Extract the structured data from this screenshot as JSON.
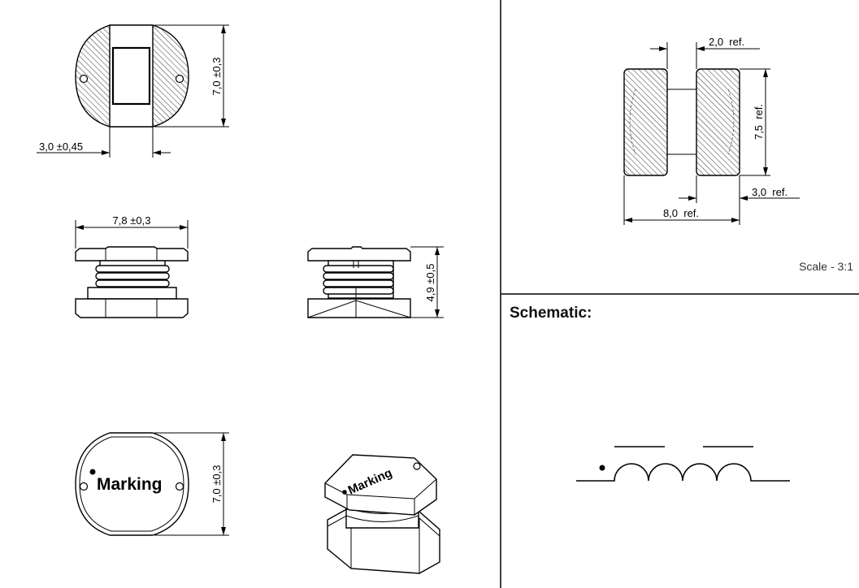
{
  "top_view": {
    "height_dim": "7,0 ±0,3",
    "width_dim": "3,0 ±0,45"
  },
  "front_view": {
    "width_dim": "7,8 ±0,3"
  },
  "side_view": {
    "height_dim": "4,9 ±0,5"
  },
  "marking_view": {
    "label": "Marking",
    "height_dim": "7,0 ±0,3"
  },
  "iso_view": {
    "label": "Marking"
  },
  "pad_layout": {
    "gap_dim": "2,0  ref.",
    "height_dim": "7,5  ref.",
    "pad_width_dim": "3,0  ref.",
    "total_width_dim": "8,0  ref.",
    "scale": "Scale - 3:1"
  },
  "schematic": {
    "heading": "Schematic:"
  },
  "colors": {
    "line": "#000000",
    "background": "#ffffff",
    "separator": "#000000"
  }
}
